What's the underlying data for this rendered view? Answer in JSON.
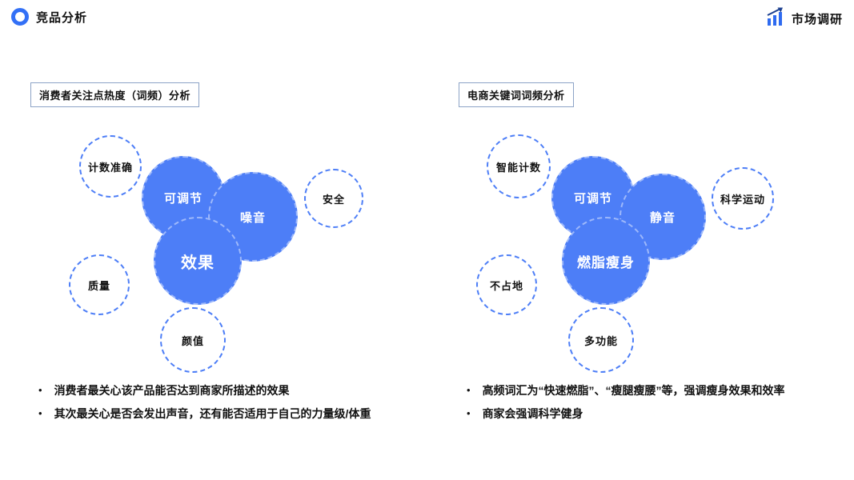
{
  "colors": {
    "accent_blue": "#3370f6",
    "bubble_fill": "#4d7ef7",
    "bubble_dashed_border": "#4d7ef7",
    "box_border": "#8ca3c6"
  },
  "header": {
    "title": "竞品分析",
    "right_label": "市场调研"
  },
  "left_panel": {
    "title": "消费者关注点热度（词频）分析",
    "solid_bubbles": [
      {
        "label": "可调节"
      },
      {
        "label": "噪音"
      },
      {
        "label": "效果"
      }
    ],
    "dashed_bubbles": [
      {
        "label": "计数准确"
      },
      {
        "label": "安全"
      },
      {
        "label": "质量"
      },
      {
        "label": "颜值"
      }
    ],
    "bullets": [
      "消费者最关心该产品能否达到商家所描述的效果",
      "其次最关心是否会发出声音，还有能否适用于自己的力量级/体重"
    ]
  },
  "right_panel": {
    "title": "电商关键词词频分析",
    "solid_bubbles": [
      {
        "label": "可调节"
      },
      {
        "label": "静音"
      },
      {
        "label": "燃脂瘦身"
      }
    ],
    "dashed_bubbles": [
      {
        "label": "智能计数"
      },
      {
        "label": "科学运动"
      },
      {
        "label": "不占地"
      },
      {
        "label": "多功能"
      }
    ],
    "bullets": [
      "高频词汇为“快速燃脂”、“瘦腿瘦腰”等，强调瘦身效果和效率",
      "商家会强调科学健身"
    ]
  }
}
